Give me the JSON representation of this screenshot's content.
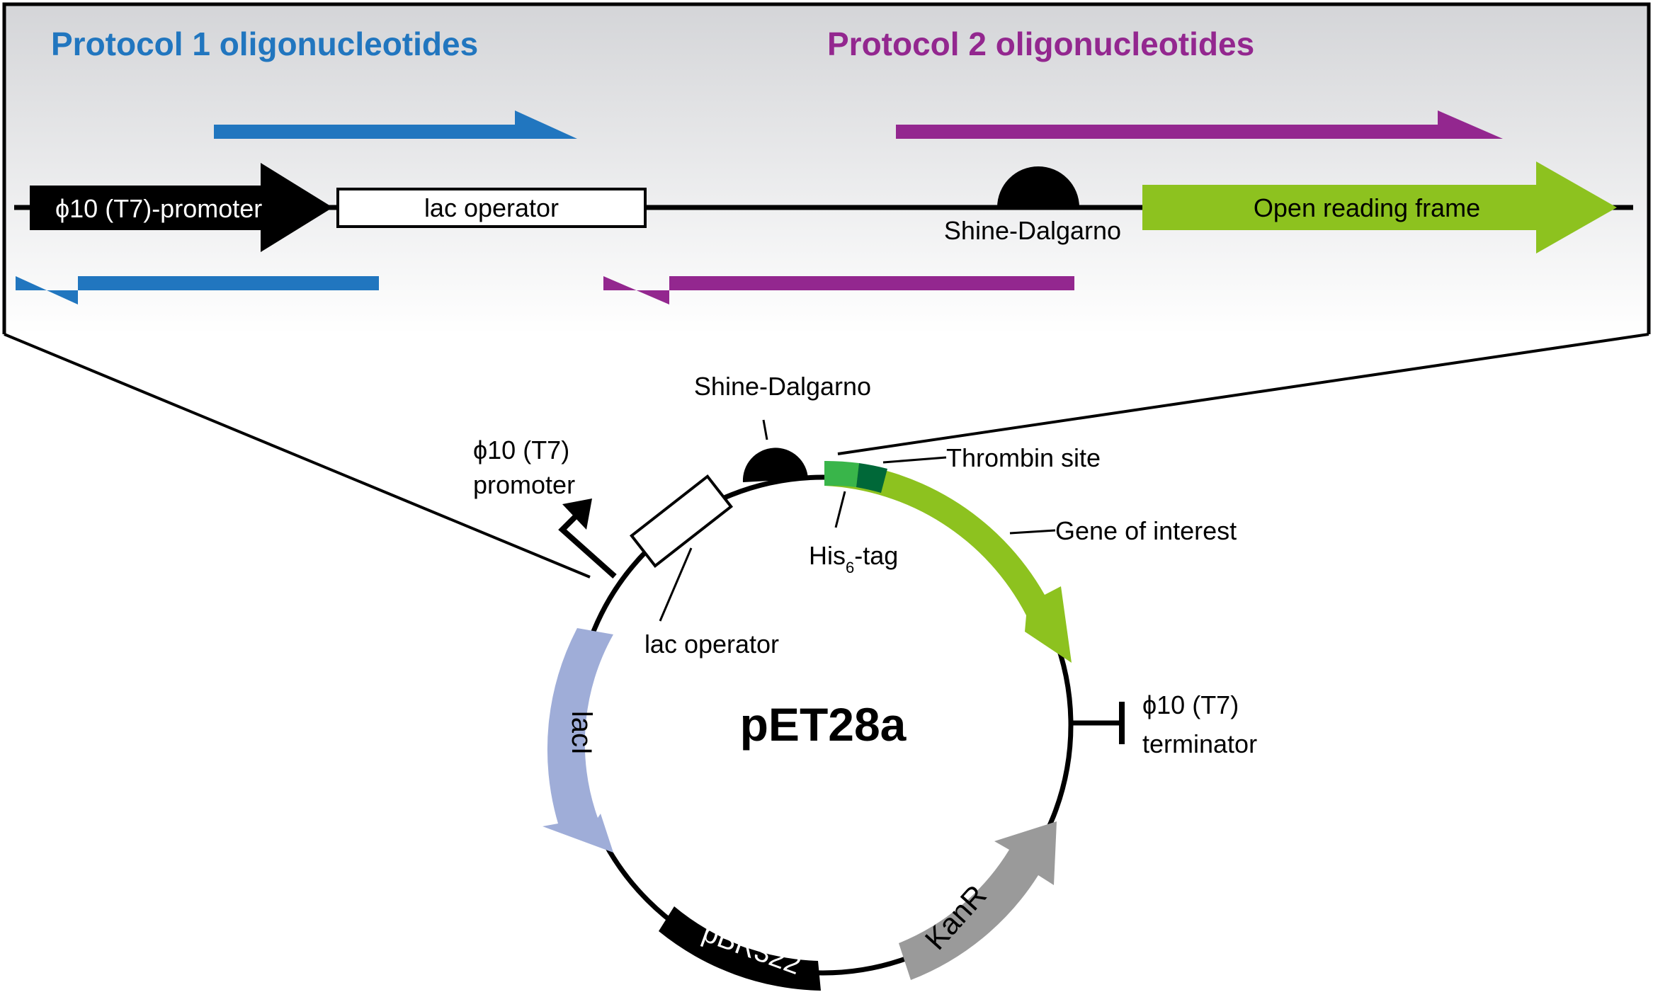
{
  "header": {
    "protocol1_title": "Protocol 1 oligonucleotides",
    "protocol2_title": "Protocol 2 oligonucleotides"
  },
  "linear_map": {
    "promoter": "ϕ10 (T7)-promoter",
    "lac_operator": "lac operator",
    "shine_dalgarno": "Shine-Dalgarno",
    "orf": "Open reading frame"
  },
  "plasmid": {
    "name": "pET28a",
    "shine_dalgarno": "Shine-Dalgarno",
    "promoter_line1": "ϕ10 (T7)",
    "promoter_line2": "promoter",
    "thrombin": "Thrombin site",
    "his_tag_main": "His",
    "his_tag_sub": "6",
    "his_tag_suffix": "-tag",
    "gene": "Gene of interest",
    "lac_operator": "lac operator",
    "terminator_line1": "ϕ10 (T7)",
    "terminator_line2": "terminator",
    "lacI": "lacI",
    "pBR322": "pBR322",
    "KanR": "KanR"
  },
  "colors": {
    "protocol1": "#2176bf",
    "protocol2": "#93278f",
    "orf": "#8dc21f",
    "his_tag": "#39b54a",
    "thrombin": "#006838",
    "lacI": "#9fadd8",
    "KanR": "#9a9a9a",
    "panel_top": "#d5d6d9"
  }
}
